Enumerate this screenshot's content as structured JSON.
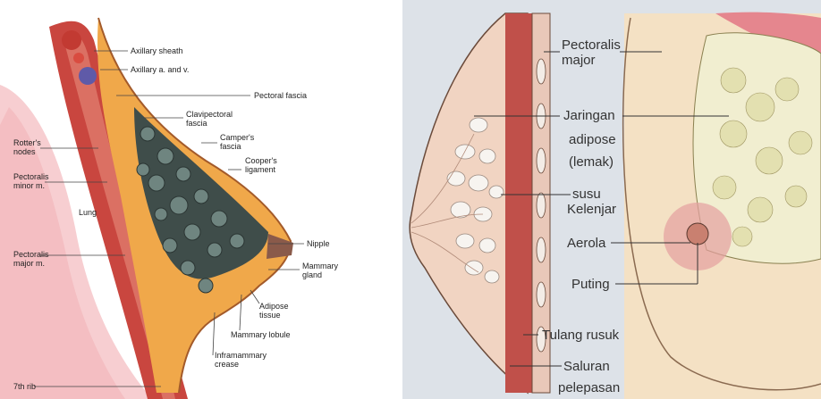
{
  "left_diagram": {
    "labels": {
      "axillary_sheath": "Axillary sheath",
      "axillary_av": "Axillary a. and v.",
      "pectoral_fascia": "Pectoral fascia",
      "clavipectoral_1": "Clavipectoral",
      "clavipectoral_2": "fascia",
      "rotters_1": "Rotter's",
      "rotters_2": "nodes",
      "campers_1": "Camper's",
      "campers_2": "fascia",
      "coopers_1": "Cooper's",
      "coopers_2": "ligament",
      "pect_minor_1": "Pectoralis",
      "pect_minor_2": "minor m.",
      "lung": "Lung",
      "nipple": "Nipple",
      "pect_major_1": "Pectoralis",
      "pect_major_2": "major m.",
      "mammary_gland_1": "Mammary",
      "mammary_gland_2": "gland",
      "adipose_1": "Adipose",
      "adipose_2": "tissue",
      "lobule": "Mammary lobule",
      "inframammary_1": "Inframammary",
      "inframammary_2": "crease",
      "rib": "7th rib"
    }
  },
  "right_diagram": {
    "labels": {
      "pectoralis_1": "Pectoralis",
      "pectoralis_2": "major",
      "jaringan_1": "Jaringan",
      "jaringan_2": "adipose",
      "jaringan_3": "(lemak)",
      "susu_1": "susu",
      "susu_2": "Kelenjar",
      "aerola": "Aerola",
      "puting": "Puting",
      "tulang": "Tulang rusuk",
      "saluran_1": "Saluran",
      "saluran_2": "pelepasan"
    }
  }
}
